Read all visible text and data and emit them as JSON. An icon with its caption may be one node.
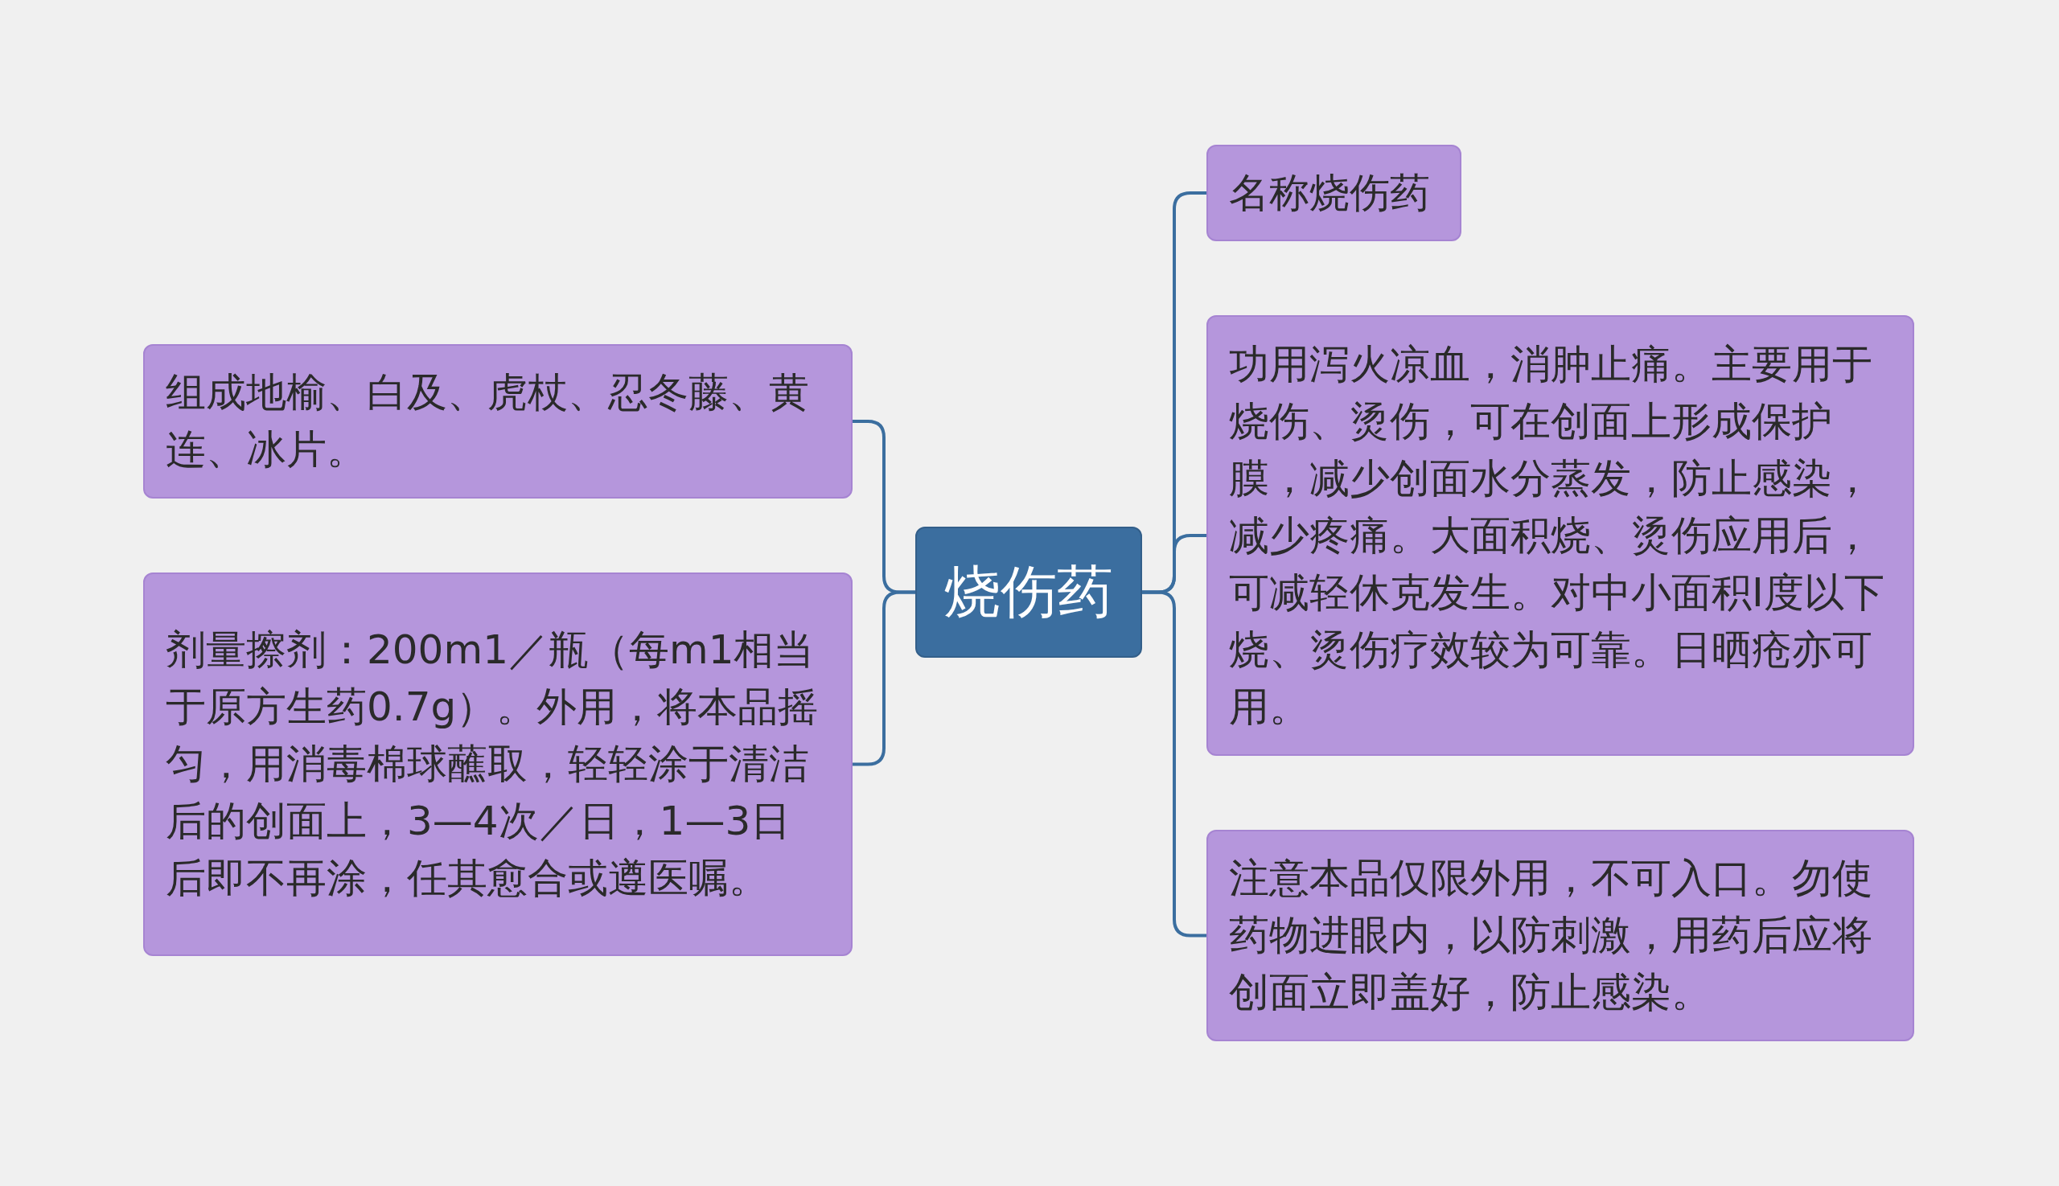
{
  "diagram": {
    "nodes": [
      {
        "text": [
          "烧伤药"
        ]
      },
      {
        "text": [
          "组成地榆、白及、虎杖、忍冬藤、黄连、冰片。"
        ]
      },
      {
        "text": [
          "剂量擦剂：200m1／瓶（每m1相当于原方生药0.7g）。外用，将本品摇匀，用消毒棉球蘸取，轻轻涂于清洁后的创面上，3—4次／日，1—3日后即不再涂，任其愈合或遵医嘱。"
        ]
      },
      {
        "text": [
          "名称烧伤药"
        ]
      },
      {
        "text": [
          "功用泻火凉血，消肿止痛。主要用于烧伤、烫伤，可在创面上形成保护膜，减少创面水分蒸发，防止感染，减少疼痛。大面积烧、烫伤应用后，可减轻休克发生。对中小面积I度以下烧、烫伤疗效较为可靠。日晒疮亦可用。"
        ]
      },
      {
        "text": [
          "注意本品仅限外用，不可入口。勿使药物进眼内，以防刺激，用药后应将创面立即盖好，防止感染。"
        ]
      }
    ],
    "edges": [
      {
        "from": 0,
        "to": 1,
        "arrow": "none"
      },
      {
        "from": 0,
        "to": 2,
        "arrow": "none"
      },
      {
        "from": 0,
        "to": 3,
        "arrow": "none"
      },
      {
        "from": 0,
        "to": 4,
        "arrow": "none"
      },
      {
        "from": 0,
        "to": 5,
        "arrow": "none"
      }
    ]
  }
}
